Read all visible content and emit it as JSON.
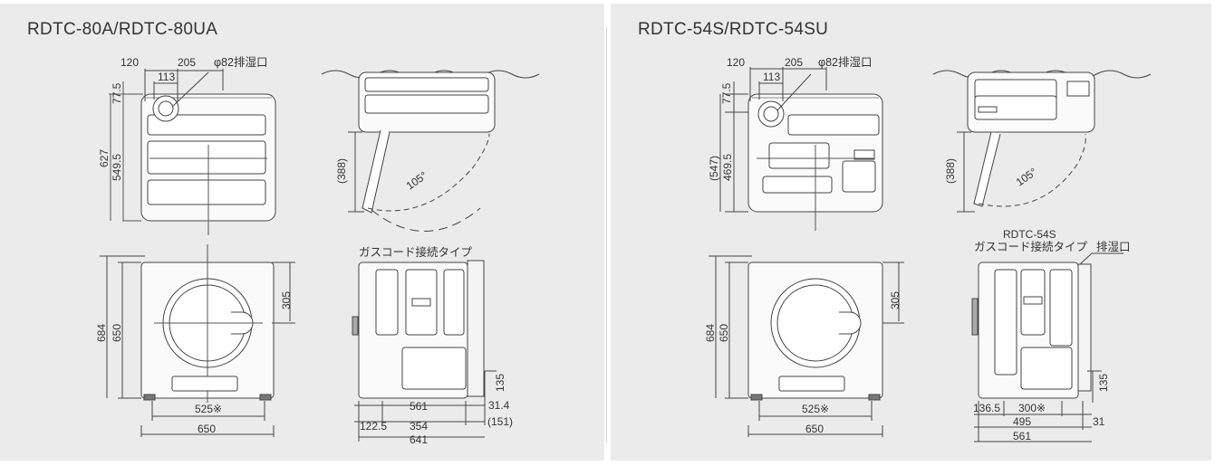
{
  "left": {
    "title": "RDTC-80A/RDTC-80UA",
    "top_front": {
      "d120": "120",
      "d205": "205",
      "d113": "113",
      "d77_5": "77.5",
      "d627": "627",
      "d549_5": "549.5",
      "exhaust": "φ82排湿口"
    },
    "top_door": {
      "d388": "(388)",
      "angle": "105°"
    },
    "side_label": "ガスコード接続タイプ",
    "front": {
      "d684": "684",
      "d650v": "650",
      "d305": "305",
      "d525": "525※",
      "d650h": "650"
    },
    "side": {
      "d561": "561",
      "d122_5": "122.5",
      "d354": "354",
      "d641": "641",
      "d135": "135",
      "d31_4": "31.4",
      "d151": "(151)"
    }
  },
  "right": {
    "title": "RDTC-54S/RDTC-54SU",
    "top_front": {
      "d120": "120",
      "d205": "205",
      "d113": "113",
      "d77_5": "77.5",
      "d547": "(547)",
      "d469_5": "469.5",
      "exhaust": "φ82排湿口"
    },
    "top_door": {
      "d388": "(388)",
      "angle": "105°"
    },
    "side_model": "RDTC-54S",
    "side_label": "ガスコード接続タイプ",
    "side_exhaust": "排湿口",
    "front": {
      "d684": "684",
      "d650v": "650",
      "d305": "305",
      "d525": "525※",
      "d650h": "650"
    },
    "side": {
      "d136_5": "136.5",
      "d300": "300※",
      "d495": "495",
      "d561": "561",
      "d31": "31",
      "d135": "135"
    }
  }
}
